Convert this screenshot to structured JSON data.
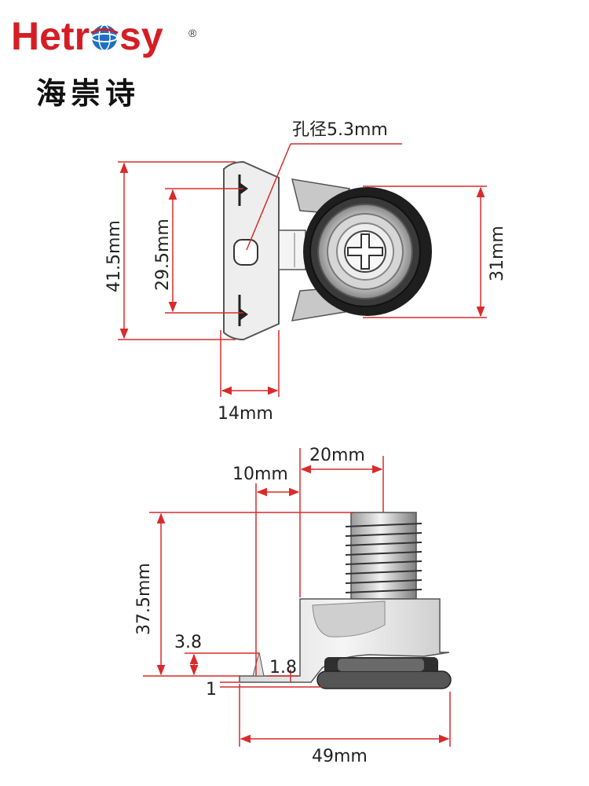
{
  "brand": {
    "name_prefix": "Hetr",
    "name_suffix": "sy",
    "registered": "®",
    "chinese_name": "海崇诗"
  },
  "front_view": {
    "hole_label": "孔径5.3mm",
    "height_overall": "41.5mm",
    "hole_spacing": "29.5mm",
    "lock_diameter": "31mm",
    "bracket_width": "14mm"
  },
  "side_view": {
    "offset": "10mm",
    "thread_length": "20mm",
    "body_height": "37.5mm",
    "tab_height": "3.8",
    "step_height": "1.8",
    "plate_thickness": "1",
    "overall_length": "49mm"
  },
  "colors": {
    "brand_red": "#d41e24",
    "dimension_red": "#d92b2b",
    "metal_light": "#e8e8e8",
    "metal_dark": "#4a4a4a"
  }
}
